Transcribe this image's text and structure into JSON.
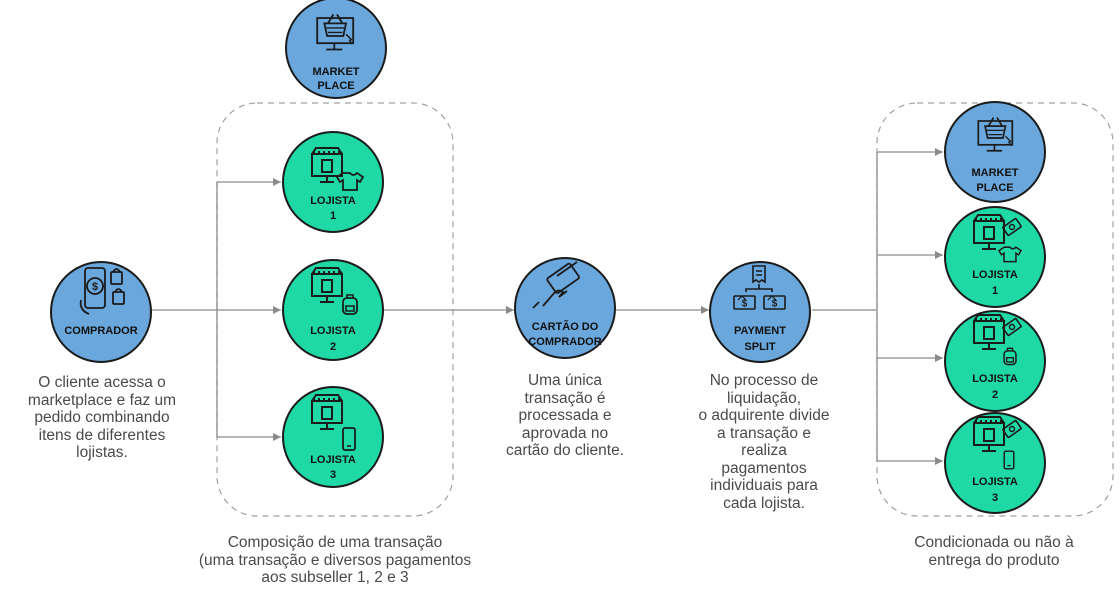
{
  "colors": {
    "blue_node": "#6aa7dc",
    "green_node": "#1ed8a6",
    "dark_ring": "#1b1b1b",
    "arrow": "#8a8a8a",
    "dashed_box": "#a0a0a0",
    "text": "#4a4a4a"
  },
  "nodes": {
    "marketplace_top": {
      "lines": [
        "MARKET",
        "PLACE"
      ],
      "icon": "shopping-basket-monitor-icon"
    },
    "lojista1": {
      "lines": [
        "LOJISTA",
        "1"
      ],
      "icon": "store-monitor-tshirt-icon"
    },
    "lojista2": {
      "lines": [
        "LOJISTA",
        "2"
      ],
      "icon": "store-monitor-backpack-icon"
    },
    "lojista3": {
      "lines": [
        "LOJISTA",
        "3"
      ],
      "icon": "store-monitor-phone-icon"
    },
    "comprador": {
      "lines": [
        "COMPRADOR"
      ],
      "icon": "phone-dollar-shopping-bags-icon"
    },
    "cartao": {
      "lines": [
        "CARTÃO DO",
        "COMPRADOR"
      ],
      "icon": "hand-credit-card-icon"
    },
    "payment_split": {
      "lines": [
        "PAYMENT",
        "SPLIT"
      ],
      "icon": "receipt-split-dollar-bills-icon"
    },
    "marketplace_right": {
      "lines": [
        "MARKET",
        "PLACE"
      ],
      "icon": "shopping-basket-monitor-icon"
    },
    "lojista1_right": {
      "lines": [
        "LOJISTA",
        "1"
      ],
      "icon": "store-cash-tshirt-icon"
    },
    "lojista2_right": {
      "lines": [
        "LOJISTA",
        "2"
      ],
      "icon": "store-cash-backpack-icon"
    },
    "lojista3_right": {
      "lines": [
        "LOJISTA",
        "3"
      ],
      "icon": "store-cash-phone-icon"
    }
  },
  "captions": {
    "comprador": [
      "O cliente acessa o",
      "marketplace e faz um",
      "pedido combinando",
      "itens de diferentes",
      "lojistas."
    ],
    "cartao": [
      "Uma única",
      "transação é",
      "processada e",
      "aprovada no",
      "cartão do cliente."
    ],
    "split": [
      "No processo de",
      "liquidação,",
      "o adquirente divide",
      "a transação e",
      "realiza",
      "pagamentos",
      "individuais para",
      "cada lojista."
    ],
    "composicao": [
      "Composição de uma transação",
      "(uma transação e diversos pagamentos",
      "aos subseller 1, 2 e 3"
    ],
    "entrega": [
      "Condicionada ou não à",
      "entrega do produto"
    ]
  }
}
